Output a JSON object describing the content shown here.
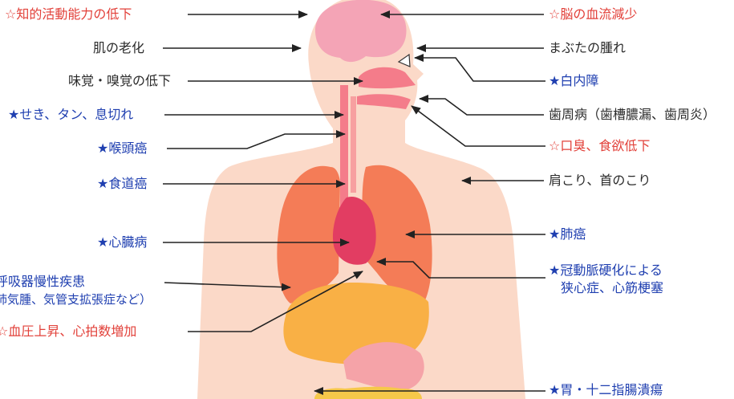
{
  "colors": {
    "blue": "#1f3fb0",
    "red": "#e2413a",
    "black": "#2b2b2b",
    "skin": "#fbd9c8",
    "brain": "#f4a4b6",
    "lung": "#f47c57",
    "heart": "#e23d62",
    "liver": "#f9b045",
    "stomach": "#f5a3a8",
    "intestine": "#f6c84a"
  },
  "labels": {
    "cognitive": "☆知的活動能力の低下",
    "skin_aging": "肌の老化",
    "taste_smell": "味覚・嗅覚の低下",
    "cough": "★せき、タン、息切れ",
    "larynx_cancer": "★喉頭癌",
    "esophagus_cancer": "★食道癌",
    "heart_disease": "★心臓病",
    "copd_line1": "呼吸器慢性疾患",
    "copd_line2": "肺気腫、気管支拡張症など）",
    "bp": "☆血圧上昇、心拍数増加",
    "brain_blood": "☆脳の血流減少",
    "eyelid": "まぶたの腫れ",
    "cataract": "★白内障",
    "periodontal": "歯周病（歯槽膿漏、歯周炎）",
    "breath": "☆口臭、食欲低下",
    "shoulder": "肩こり、首のこり",
    "lung_cancer": "★肺癌",
    "coronary_line1": "★冠動脈硬化による",
    "coronary_line2": "狭心症、心筋梗塞",
    "ulcer": "★胃・十二指腸潰瘍"
  }
}
